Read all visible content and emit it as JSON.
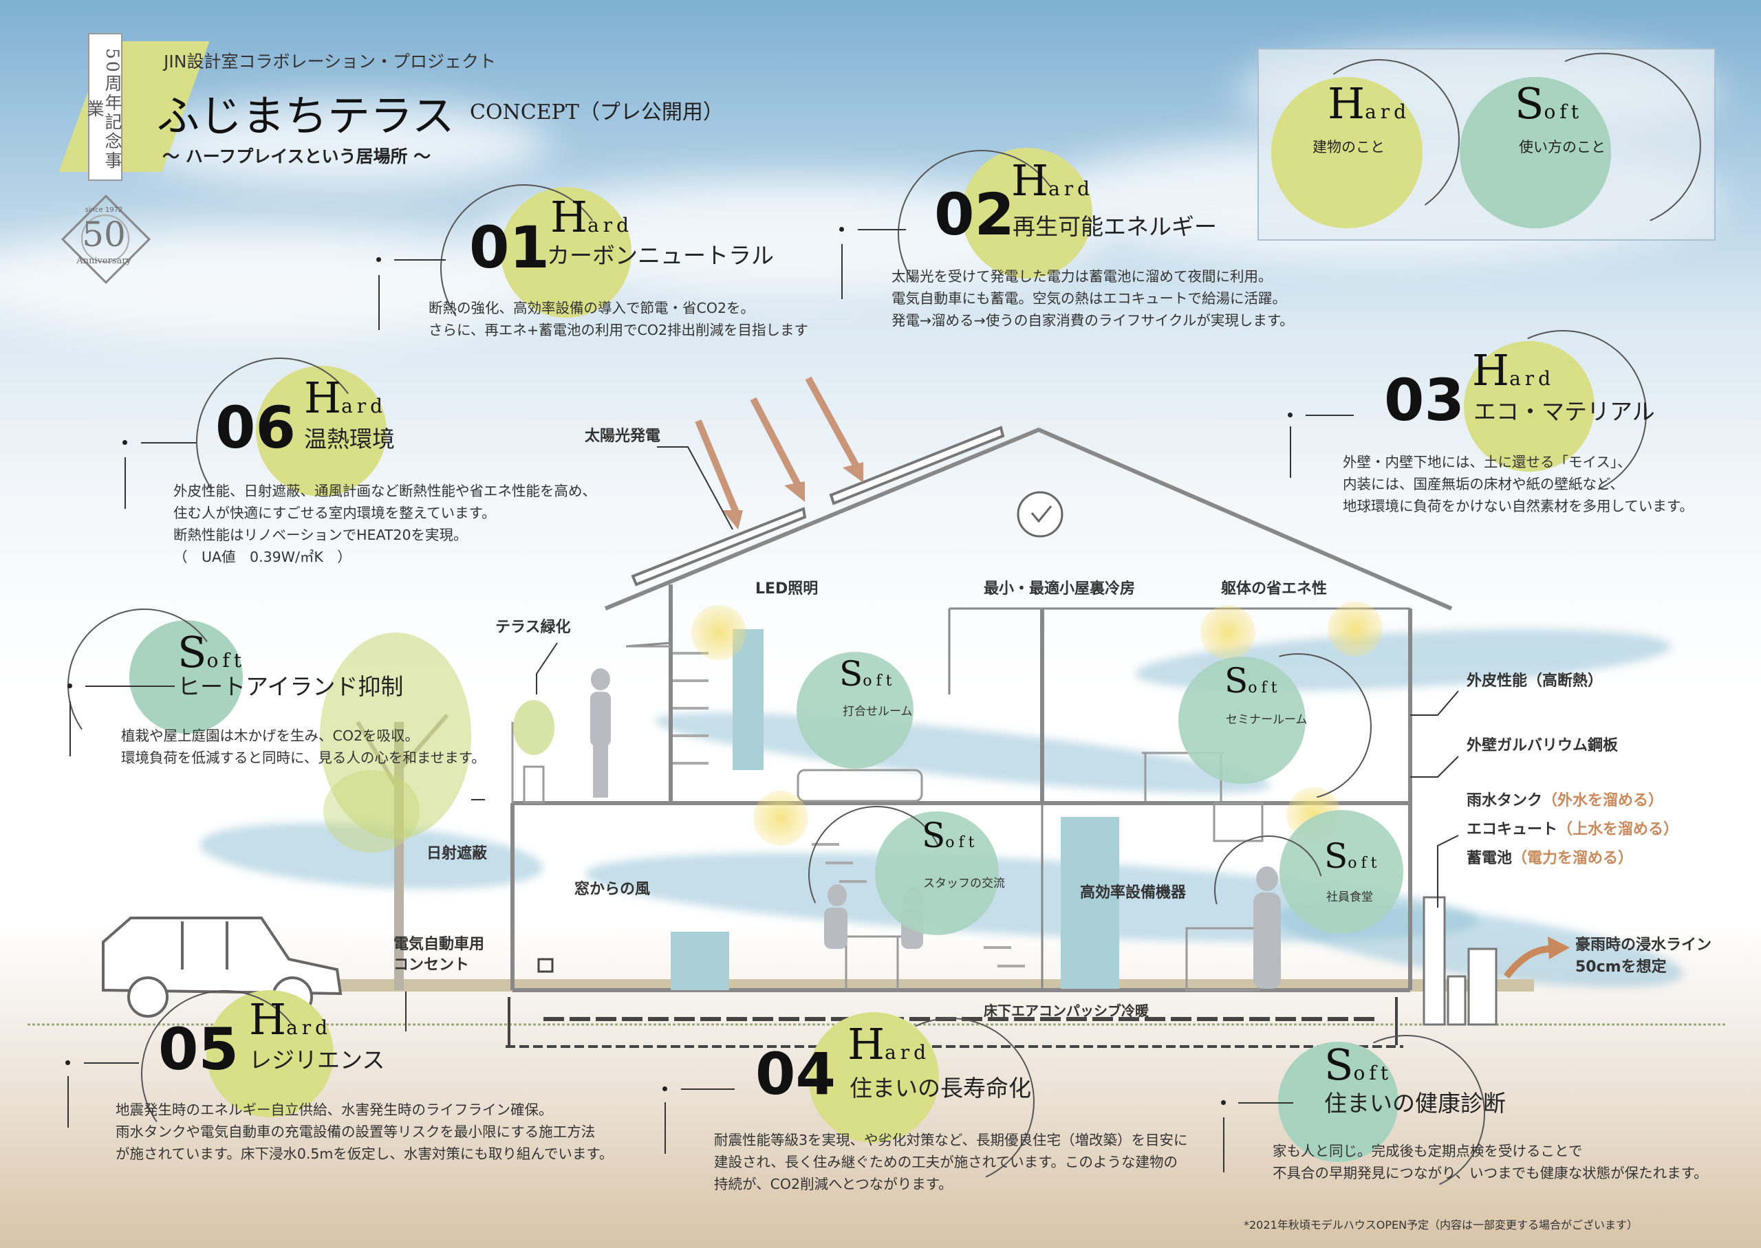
{
  "header": {
    "anniversary_vertical": "50周年記念事業",
    "project": "JIN設計室コラボレーション・プロジェクト",
    "title": "ふじまちテラス",
    "subtitle": "〜 ハーフプレイスという居場所 〜",
    "concept": "CONCEPT（プレ公開用）",
    "badge_since": "since 1972",
    "badge_number": "50",
    "badge_text": "Anniversary"
  },
  "legend": {
    "hard_letter": "H",
    "hard_rest": "ard",
    "hard_desc": "建物のこと",
    "soft_letter": "S",
    "soft_rest": "oft",
    "soft_desc": "使い方のこと"
  },
  "items": {
    "i01": {
      "num": "01",
      "tag_letter": "H",
      "tag_rest": "ard",
      "title": "カーボンニュートラル",
      "lines": [
        "断熱の強化、高効率設備の導入で節電・省CO2を。",
        "さらに、再エネ+蓄電池の利用でCO2排出削減を目指します"
      ]
    },
    "i02": {
      "num": "02",
      "tag_letter": "H",
      "tag_rest": "ard",
      "title": "再生可能エネルギー",
      "lines": [
        "太陽光を受けて発電した電力は蓄電池に溜めて夜間に利用。",
        "電気自動車にも蓄電。空気の熱はエコキュートで給湯に活躍。",
        "発電→溜める→使うの自家消費のライフサイクルが実現します。"
      ]
    },
    "i03": {
      "num": "03",
      "tag_letter": "H",
      "tag_rest": "ard",
      "title": "エコ・マテリアル",
      "lines": [
        "外壁・内壁下地には、土に還せる「モイス」、",
        "内装には、国産無垢の床材や紙の壁紙など、",
        "地球環境に負荷をかけない自然素材を多用しています。"
      ]
    },
    "i04": {
      "num": "04",
      "tag_letter": "H",
      "tag_rest": "ard",
      "title": "住まいの長寿命化",
      "lines": [
        "耐震性能等級3を実現、や劣化対策など、長期優良住宅（増改築）を目安に",
        "建設され、長く住み継ぐための工夫が施されています。このような建物の",
        "持続が、CO2削減へとつながります。"
      ]
    },
    "i05": {
      "num": "05",
      "tag_letter": "H",
      "tag_rest": "ard",
      "title": "レジリエンス",
      "lines": [
        "地震発生時のエネルギー自立供給、水害発生時のライフライン確保。",
        "雨水タンクや電気自動車の充電設備の設置等リスクを最小限にする施工方法",
        "が施されています。床下浸水0.5mを仮定し、水害対策にも取り組んでいます。"
      ]
    },
    "i06": {
      "num": "06",
      "tag_letter": "H",
      "tag_rest": "ard",
      "title": "温熱環境",
      "lines": [
        "外皮性能、日射遮蔽、通風計画など断熱性能や省エネ性能を高め、",
        "住む人が快適にすごせる室内環境を整えています。",
        "断熱性能はリノベーションでHEAT20を実現。",
        "（　UA値　0.39W/㎡K　）"
      ]
    },
    "heat": {
      "tag_letter": "S",
      "tag_rest": "oft",
      "title": "ヒートアイランド抑制",
      "lines": [
        "植栽や屋上庭園は木かげを生み、CO2を吸収。",
        "環境負荷を低減すると同時に、見る人の心を和ませます。"
      ]
    },
    "health": {
      "tag_letter": "S",
      "tag_rest": "oft",
      "title": "住まいの健康診断",
      "lines": [
        "家も人と同じ。完成後も定期点検を受けることで",
        "不具合の早期発見につながり、いつまでも健康な状態が保たれます。"
      ]
    }
  },
  "rooms": {
    "meeting": {
      "tag_letter": "S",
      "tag_rest": "oft",
      "name": "打合せルーム"
    },
    "seminar": {
      "tag_letter": "S",
      "tag_rest": "oft",
      "name": "セミナールーム"
    },
    "staff": {
      "tag_letter": "S",
      "tag_rest": "oft",
      "name": "スタッフの交流"
    },
    "cafeteria": {
      "tag_letter": "S",
      "tag_rest": "oft",
      "name": "社員食堂"
    }
  },
  "labels": {
    "solar": "太陽光発電",
    "led": "LED照明",
    "attic": "最小・最適小屋裏冷房",
    "skeleton": "躯体の省エネ性",
    "terrace": "テラス緑化",
    "shade": "日射遮蔽",
    "window_wind": "窓からの風",
    "equipment": "高効率設備機器",
    "ev_outlet_1": "電気自動車用",
    "ev_outlet_2": "コンセント",
    "underfloor": "床下エアコンパッシブ冷暖",
    "envelope": "外皮性能（高断熱）",
    "galvalume": "外壁ガルバリウム鋼板",
    "rain_tank": "雨水タンク",
    "rain_tank_note": "（外水を溜める）",
    "ecocute": "エコキュート",
    "ecocute_note": "（上水を溜める）",
    "battery": "蓄電池",
    "battery_note": "（電力を溜める）",
    "flood_1": "豪雨時の浸水ライン",
    "flood_2": "50cmを想定"
  },
  "footnote": "*2021年秋頃モデルハウスOPEN予定（内容は一部変更する場合がございます）",
  "colors": {
    "hard": "#d9df86",
    "soft": "#a8d3bf",
    "accent": "#c9895a",
    "sky": "#8fb9d8"
  }
}
